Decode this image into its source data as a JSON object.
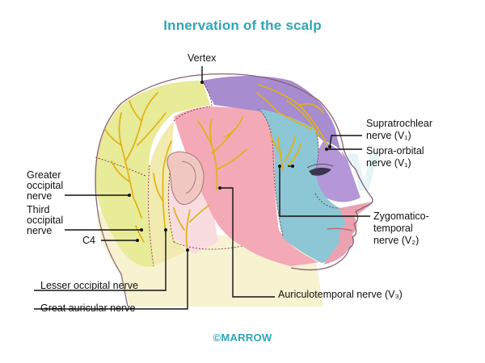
{
  "title": "Innervation of the scalp",
  "footer": "©MARROW",
  "watermark": "MARROW",
  "labels": {
    "vertex": "Vertex",
    "supratrochlear_1": "Supratrochlear",
    "supratrochlear_2": "nerve (V₁)",
    "supraorbital_1": "Supra-orbital",
    "supraorbital_2": "nerve (V₁)",
    "greater_occipital_1": "Greater",
    "greater_occipital_2": "occipital",
    "greater_occipital_3": "nerve",
    "third_occipital_1": "Third",
    "third_occipital_2": "occipital",
    "third_occipital_3": "nerve",
    "c4": "C4",
    "zygomatico_1": "Zygomatico-",
    "zygomatico_2": "temporal",
    "zygomatico_3": "nerve (V₂)",
    "lesser_occipital": "Lesser occipital nerve",
    "auriculotemporal": "Auriculotemporal nerve (V₃)",
    "great_auricular": "Great auricular nerve"
  },
  "colors": {
    "title": "#2ea6b7",
    "v1_region": "#a98fd0",
    "v2_region": "#8fc9d6",
    "v3_region": "#f0a6b5",
    "greater_occipital_region": "#e9ec9a",
    "lesser_occipital_region": "#f3edb6",
    "great_auricular_region": "#f9dde0",
    "nerve": "#e2b21a",
    "leader": "#111111"
  }
}
